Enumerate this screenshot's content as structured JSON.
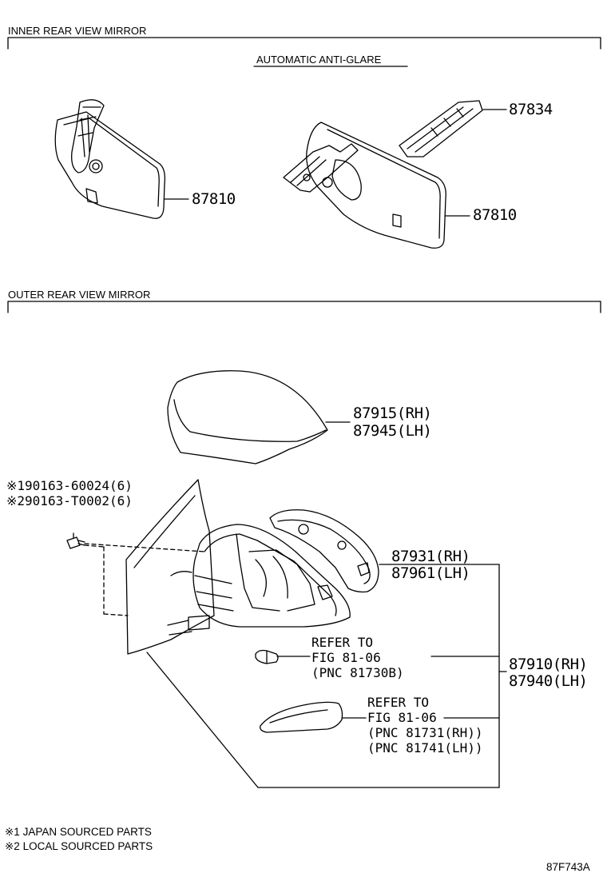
{
  "sections": {
    "inner": "INNER REAR VIEW MIRROR",
    "auto_antiglare": "AUTOMATIC ANTI-GLARE",
    "outer": "OUTER REAR VIEW MIRROR"
  },
  "parts": {
    "p87834": "87834",
    "p87810_left": "87810",
    "p87810_right": "87810",
    "p87915": "87915(RH)",
    "p87945": "87945(LH)",
    "screw1": "※190163-60024(6)",
    "screw2": "※290163-T0002(6)",
    "p87931": "87931(RH)",
    "p87961": "87961(LH)",
    "p87910": "87910(RH)",
    "p87940": "87940(LH)"
  },
  "refs": {
    "ref1": {
      "line1": "REFER TO",
      "line2": "FIG 81-06",
      "line3": "(PNC 81730B)"
    },
    "ref2": {
      "line1": "REFER TO",
      "line2": "FIG 81-06",
      "line3": "(PNC 81731(RH))",
      "line4": "(PNC 81741(LH))"
    }
  },
  "notes": {
    "note1": "※1 JAPAN SOURCED PARTS",
    "note2": "※2 LOCAL SOURCED PARTS"
  },
  "figure_code": "87F743A"
}
